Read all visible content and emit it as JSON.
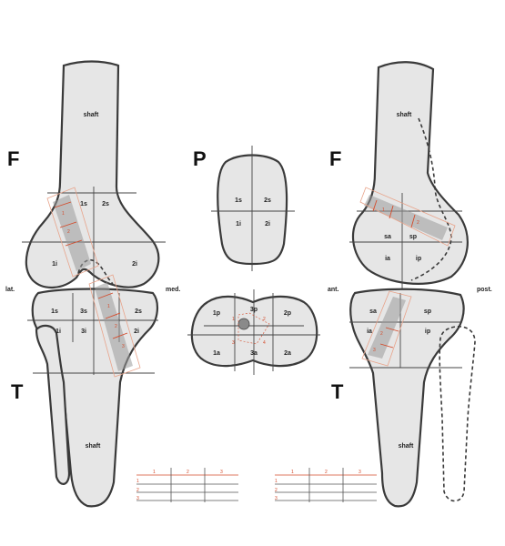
{
  "bone_labels": {
    "femur": "F",
    "patella": "P",
    "tibia": "T"
  },
  "direction_labels": {
    "lateral": "lat.",
    "medial": "med.",
    "anterior": "ant.",
    "posterior": "post."
  },
  "frontal_view": {
    "femur_shaft": "shaft",
    "femur_zones": [
      "1s",
      "2s",
      "1i",
      "2i"
    ],
    "tibia_zones": [
      "1s",
      "3s",
      "2s",
      "1i",
      "3i",
      "2i"
    ],
    "tibia_shaft": "shaft"
  },
  "patella_view": {
    "upper_zones": [
      "1s",
      "2s",
      "1i",
      "2i"
    ],
    "lower_zones": [
      "1p",
      "3p",
      "2p",
      "1a",
      "3a",
      "2a"
    ],
    "center_numbers": [
      "1",
      "2",
      "3",
      "4"
    ]
  },
  "sagittal_view": {
    "femur_shaft": "shaft",
    "femur_zones": [
      "sa",
      "sp",
      "ia",
      "ip"
    ],
    "tibia_zones": [
      "sa",
      "sp",
      "ia",
      "ip"
    ],
    "tibia_shaft": "shaft"
  },
  "legend_tables": {
    "left": {
      "columns": [
        "1",
        "2",
        "3"
      ],
      "rows": [
        "1",
        "2",
        "3"
      ]
    },
    "right": {
      "columns": [
        "1",
        "2",
        "3"
      ],
      "rows": [
        "1",
        "2",
        "3"
      ]
    }
  },
  "colors": {
    "bone_fill": "#e6e6e6",
    "outline": "#3a3a3a",
    "tunnel": "#9a9a9a",
    "accent": "#d44a2a"
  }
}
